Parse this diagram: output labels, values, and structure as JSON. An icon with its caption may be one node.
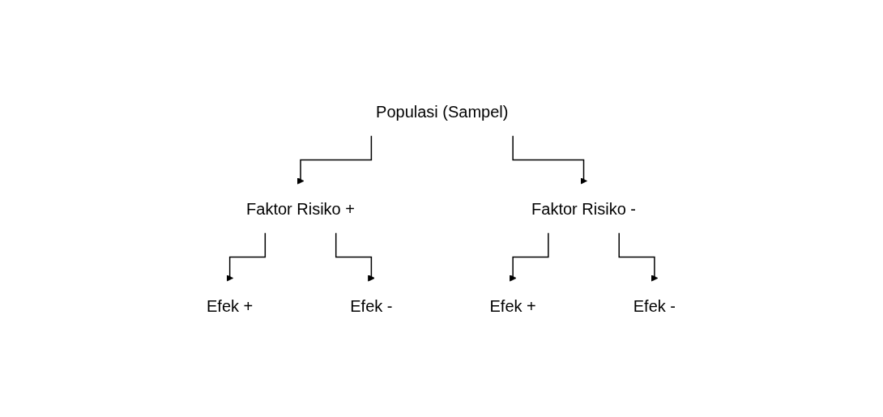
{
  "diagram": {
    "nodes": [
      {
        "text": [
          "Populasi (Sampel)"
        ]
      },
      {
        "text": [
          "Faktor Risiko +"
        ]
      },
      {
        "text": [
          "Faktor Risiko -"
        ]
      },
      {
        "text": [
          "Efek +"
        ]
      },
      {
        "text": [
          "Efek -"
        ]
      },
      {
        "text": [
          "Efek +"
        ]
      },
      {
        "text": [
          "Efek -"
        ]
      }
    ],
    "edges": [
      {
        "from": 0,
        "to": 1,
        "arrow": "to"
      },
      {
        "from": 0,
        "to": 2,
        "arrow": "to"
      },
      {
        "from": 1,
        "to": 3,
        "arrow": "to"
      },
      {
        "from": 1,
        "to": 4,
        "arrow": "to"
      },
      {
        "from": 2,
        "to": 5,
        "arrow": "to"
      },
      {
        "from": 2,
        "to": 6,
        "arrow": "to"
      }
    ]
  }
}
